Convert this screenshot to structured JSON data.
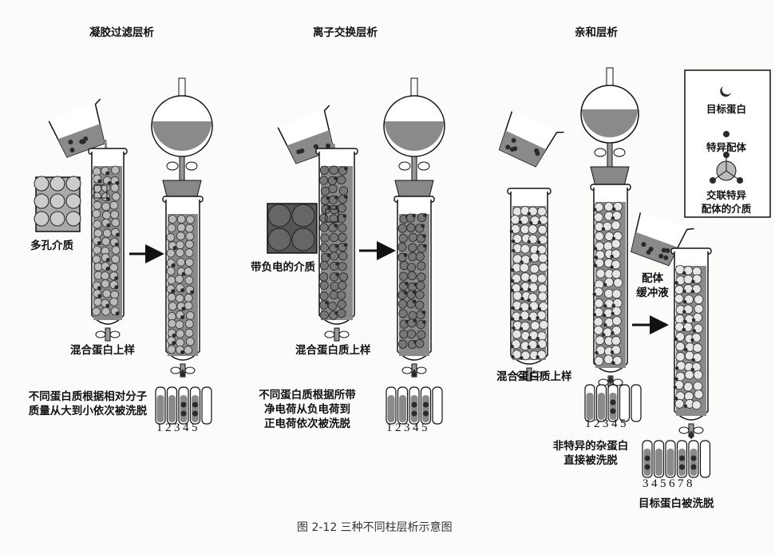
{
  "titles": {
    "gel": "凝胶过滤层析",
    "ion": "离子交换层析",
    "affinity": "亲和层析"
  },
  "gel": {
    "medium_label": "多孔介质",
    "load_label": "混合蛋白上样",
    "elution_lines": [
      "不同蛋白质根据相对分子",
      "质量从大到小依次被洗脱"
    ],
    "tube_numbers": "12345"
  },
  "ion": {
    "medium_label": "带负电的介质",
    "load_label": "混合蛋白质上样",
    "elution_lines": [
      "不同蛋白质根据所带",
      "净电荷从负电荷到",
      "正电荷依次被洗脱"
    ],
    "tube_numbers": "12345"
  },
  "affinity": {
    "load_label": "混合蛋白质上样",
    "buffer_lines": [
      "配体",
      "缓冲液"
    ],
    "tube_numbers_first": "12345",
    "nonspecific_lines": [
      "非特异的杂蛋白",
      "直接被洗脱"
    ],
    "tube_numbers_second": "345678",
    "target_eluted": "目标蛋白被洗脱",
    "legend": {
      "target_protein": "目标蛋白",
      "specific_ligand": "特异配体",
      "medium_lines": [
        "交联特异",
        "配体的介质"
      ]
    }
  },
  "caption": "图 2-12   三种不同柱层析示意图",
  "colors": {
    "liquid": "#8a8a8a",
    "dark": "#2a2a2a",
    "bead": "#e6e6e6"
  }
}
